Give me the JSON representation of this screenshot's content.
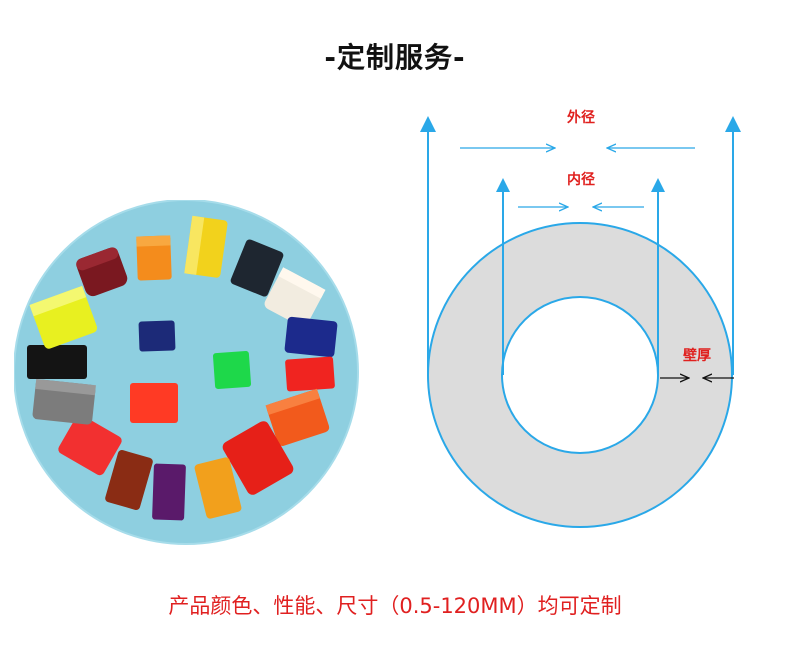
{
  "title": "-定制服务-",
  "diagram": {
    "outer_label": "外径",
    "inner_label": "内径",
    "wall_label": "壁厚"
  },
  "footer": "产品颜色、性能、尺寸（0.5-120MM）均可定制",
  "photo": {
    "background_color": "#8ecfe0",
    "pieces": [
      "#7a1820",
      "#f48c1c",
      "#f2d21c",
      "#1e2630",
      "#f2ece0",
      "#1c2a8c",
      "#f02420",
      "#f25a1c",
      "#e62018",
      "#f2a01c",
      "#5a1a6a",
      "#8a2c14",
      "#f23030",
      "#7c7c7c",
      "#141414",
      "#e8f020",
      "#1c2a78",
      "#1ed84a",
      "#ff3a24"
    ]
  },
  "colors": {
    "accent_blue": "#2aa8e8",
    "ring_fill": "#dcdcdc",
    "label_red": "#e0201e"
  }
}
